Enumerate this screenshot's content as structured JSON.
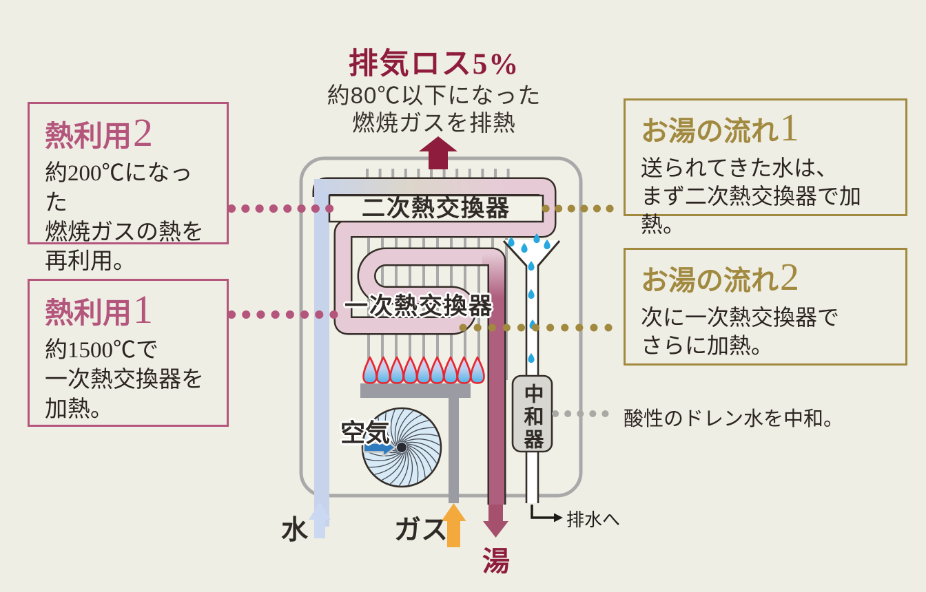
{
  "exhaust": {
    "title": "排気ロス5%",
    "line1": "約80℃以下になった",
    "line2": "燃焼ガスを排熱"
  },
  "callouts": {
    "heat2": {
      "title": "熱利用",
      "number": "2",
      "lines": [
        "約200℃になった",
        "燃焼ガスの熱を",
        "再利用。"
      ]
    },
    "heat1": {
      "title": "熱利用",
      "number": "1",
      "lines": [
        "約1500℃で",
        "一次熱交換器を",
        "加熱。"
      ]
    },
    "flow1": {
      "title": "お湯の流れ",
      "number": "1",
      "lines": [
        "送られてきた水は、",
        "まず二次熱交換器で加熱。"
      ]
    },
    "flow2": {
      "title": "お湯の流れ",
      "number": "2",
      "lines": [
        "次に一次熱交換器で",
        "さらに加熱。"
      ]
    }
  },
  "labels": {
    "secondary_hx": "二次熱交換器",
    "primary_hx": "一次熱交換器",
    "air": "空気",
    "neutralizer": "中和器",
    "neutralizer_note": "酸性のドレン水を中和。",
    "water_in": "水",
    "gas_in": "ガス",
    "hot_water_out": "湯",
    "drain_out": "排水へ"
  },
  "colors": {
    "maroon": "#8e1c3c",
    "rose": "#b4557c",
    "gold": "#a18a3f",
    "pipe_blue": "#c7d3eb",
    "pipe_pink": "#e6cbd7",
    "pipe_dark": "#ae5f7d",
    "hot_arrow": "#a5506c",
    "gas_orange": "#f3a93c",
    "water_arrow": "#cbd8f1",
    "drop_blue": "#29a8e0",
    "flame_red": "#e8252f",
    "case_gray": "#a9a9a9",
    "burner_gray": "#9b9ba3",
    "leader_gray": "#aaa9a4"
  }
}
